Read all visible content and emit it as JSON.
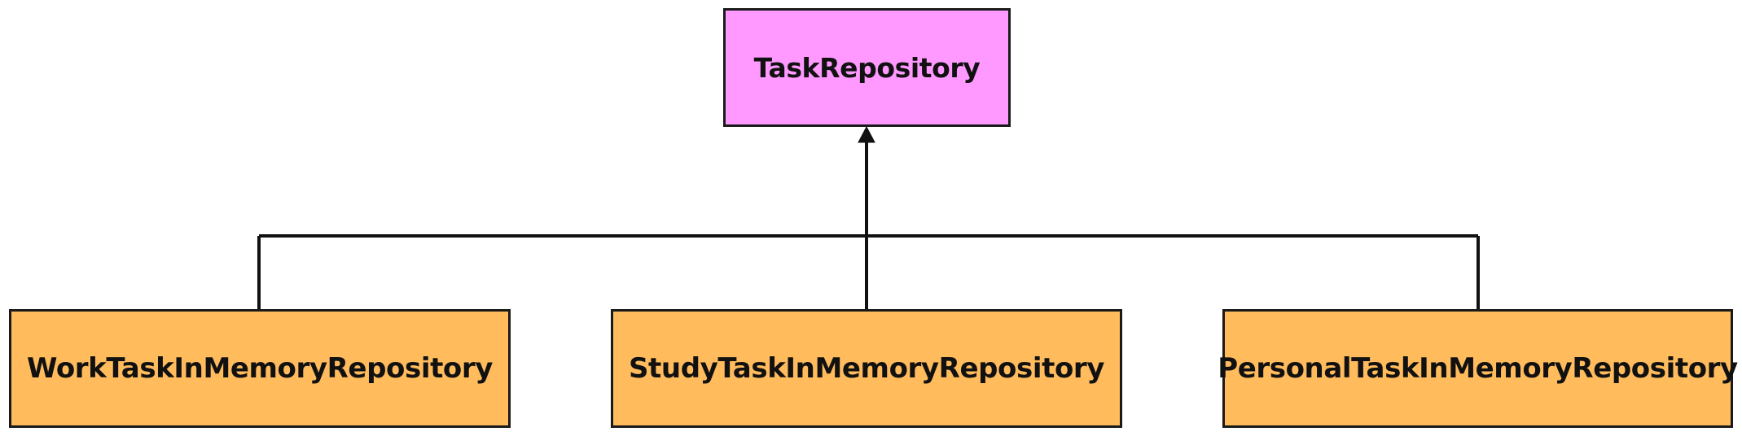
{
  "diagram": {
    "type": "class-hierarchy",
    "parent": {
      "label": "TaskRepository",
      "color": "#ff99ff"
    },
    "children": [
      {
        "label": "WorkTaskInMemoryRepository",
        "color": "#ffbb5c"
      },
      {
        "label": "StudyTaskInMemoryRepository",
        "color": "#ffbb5c"
      },
      {
        "label": "PersonalTaskInMemoryRepository",
        "color": "#ffbb5c"
      }
    ],
    "edges": [
      {
        "from": "WorkTaskInMemoryRepository",
        "to": "TaskRepository",
        "arrowhead": "filled-triangle"
      },
      {
        "from": "StudyTaskInMemoryRepository",
        "to": "TaskRepository",
        "arrowhead": "filled-triangle"
      },
      {
        "from": "PersonalTaskInMemoryRepository",
        "to": "TaskRepository",
        "arrowhead": "filled-triangle"
      }
    ],
    "line_color": "#111111"
  }
}
